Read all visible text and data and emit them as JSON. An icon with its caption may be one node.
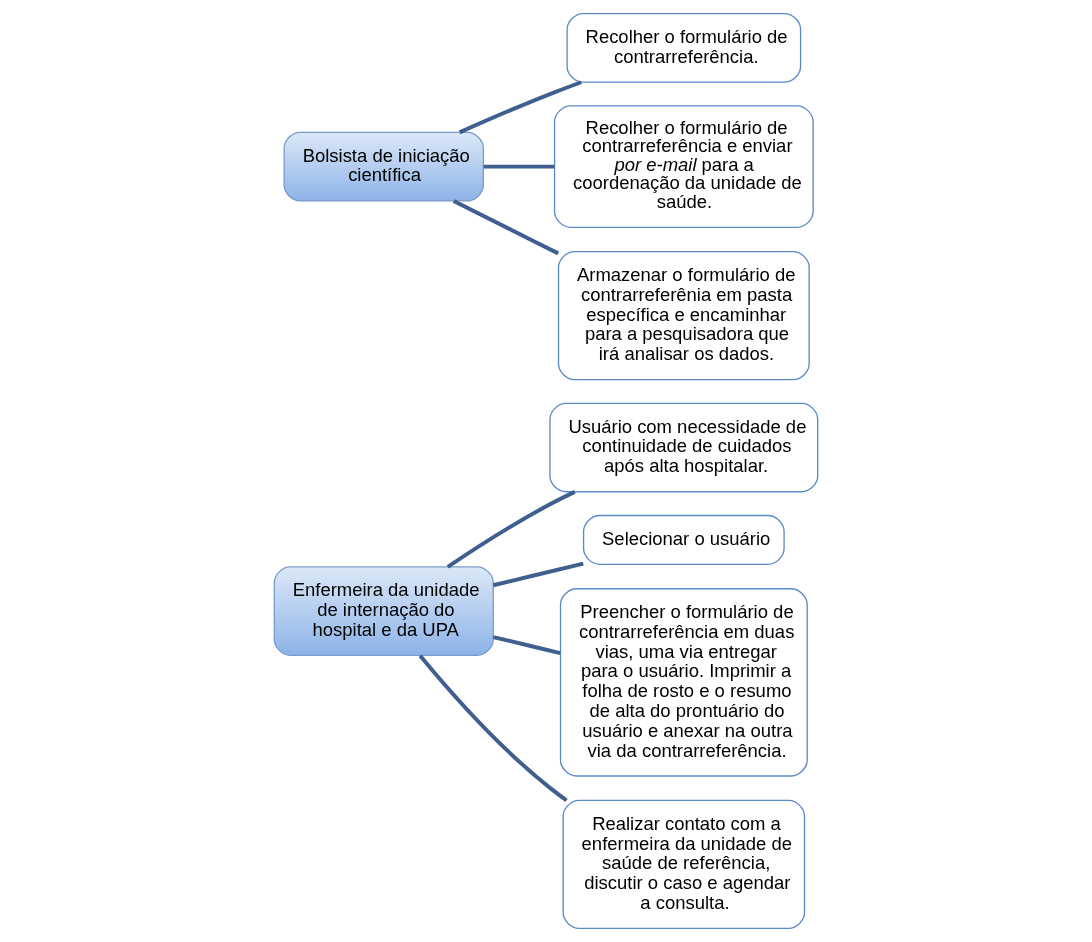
{
  "diagram": {
    "nodes": [
      {
        "text": [
          "Enfermeira da unidade de internação do hospital e da UPA"
        ]
      },
      {
        "text": [
          "Bolsista de iniciação científica"
        ]
      },
      {
        "text": [
          "Usuário com necessidade de continuidade de cuidados após alta hospitalar."
        ]
      },
      {
        "text": [
          "Selecionar o usuário"
        ]
      },
      {
        "text": [
          "Preencher o formulário de contrarreferência em duas vias, uma via entregar para o usuário. Imprimir a folha de rosto e o resumo de alta do prontuário do usuário e anexar na outra via da contrarreferência."
        ]
      },
      {
        "text": [
          "Realizar contato com a enfermeira da unidade de saúde de referência, discutir o caso e agendar a consulta."
        ]
      },
      {
        "text": [
          "Recolher o formulário de contrarreferência."
        ]
      },
      {
        "text": [
          "Recolher o formulário de contrarreferência e enviar *por e-mail* para a coordenação da unidade de saúde."
        ]
      },
      {
        "text": [
          "Armazenar o formulário de contrarreferênia em pasta específica e encaminhar para a pesquisadora que irá analisar os dados."
        ]
      }
    ],
    "edges": [
      {
        "from": 0,
        "to": 2,
        "arrow": "none"
      },
      {
        "from": 0,
        "to": 3,
        "arrow": "none"
      },
      {
        "from": 0,
        "to": 4,
        "arrow": "none"
      },
      {
        "from": 0,
        "to": 5,
        "arrow": "none"
      },
      {
        "from": 1,
        "to": 6,
        "arrow": "none"
      },
      {
        "from": 1,
        "to": 7,
        "arrow": "none"
      },
      {
        "from": 1,
        "to": 8,
        "arrow": "none"
      }
    ]
  }
}
